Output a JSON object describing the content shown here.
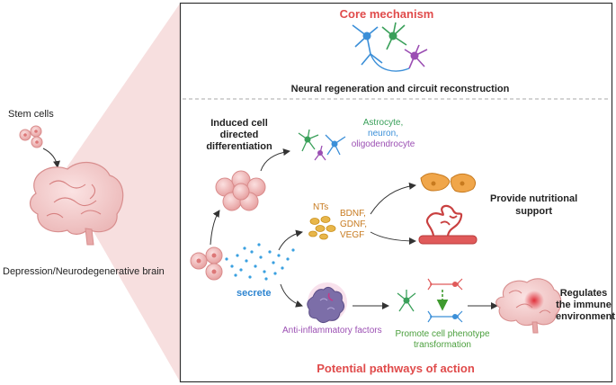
{
  "left": {
    "stem_cells_label": "Stem cells",
    "brain_label": "Depression/Neurodegenerative brain"
  },
  "core": {
    "title": "Core mechanism",
    "subtitle": "Neural regeneration and circuit reconstruction"
  },
  "pathways": {
    "induced_label": [
      "Induced cell",
      "directed",
      "differentiation"
    ],
    "cell_types": {
      "astrocyte": "Astrocyte,",
      "neuron": "neuron,",
      "oligodendrocyte": "oligodendrocyte"
    },
    "nts_label": "NTs",
    "factors": [
      "BDNF,",
      "GDNF,",
      "VEGF"
    ],
    "nutrition_label": [
      "Provide nutritional",
      "support"
    ],
    "secrete_label": "secrete",
    "anti_inflammatory_label": "Anti-inflammatory factors",
    "phenotype_label": [
      "Promote cell phenotype",
      "transformation"
    ],
    "immune_label": [
      "Regulates",
      "the immune",
      "environment"
    ],
    "footer_title": "Potential pathways of action"
  },
  "colors": {
    "title_red": "#e04b4b",
    "astrocyte_green": "#3aa05a",
    "neuron_blue": "#3b8fd8",
    "oligodendrocyte_purple": "#9b4fb3",
    "factor_orange": "#c77a1f",
    "secrete_blue": "#2f86d1",
    "anti_inflammatory_purple": "#9b4fb3",
    "phenotype_green": "#4a9f3c",
    "panel_border": "#333333",
    "funnel_pink": "#f6d9d9"
  }
}
